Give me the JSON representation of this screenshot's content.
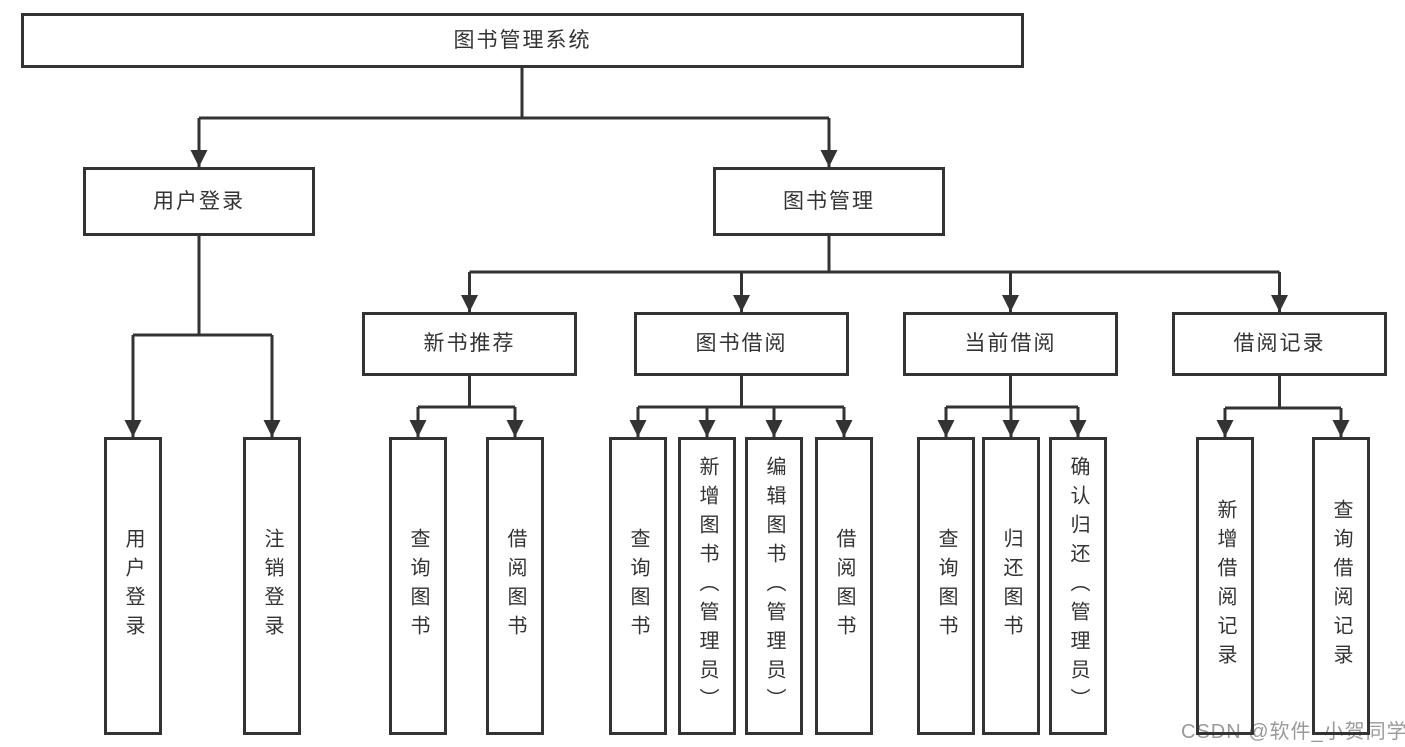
{
  "diagram": {
    "title": "图书管理系统",
    "branches": [
      {
        "label": "用户登录",
        "children": [
          {
            "label": "用户登录"
          },
          {
            "label": "注销登录"
          }
        ]
      },
      {
        "label": "图书管理",
        "children": [
          {
            "label": "新书推荐",
            "children": [
              {
                "label": "查询图书"
              },
              {
                "label": "借阅图书"
              }
            ]
          },
          {
            "label": "图书借阅",
            "children": [
              {
                "label": "查询图书"
              },
              {
                "label": "新增图书（管理员）"
              },
              {
                "label": "编辑图书（管理员）"
              },
              {
                "label": "借阅图书"
              }
            ]
          },
          {
            "label": "当前借阅",
            "children": [
              {
                "label": "查询图书"
              },
              {
                "label": "归还图书"
              },
              {
                "label": "确认归还（管理员）"
              }
            ]
          },
          {
            "label": "借阅记录",
            "children": [
              {
                "label": "新增借阅记录"
              },
              {
                "label": "查询借阅记录"
              }
            ]
          }
        ]
      }
    ]
  },
  "watermark": "CSDN @软件_小贺同学",
  "colors": {
    "line": "#333333",
    "box_border": "#333333",
    "text": "#333333",
    "background": "#ffffff",
    "watermark_text": "#9a9a9a"
  }
}
